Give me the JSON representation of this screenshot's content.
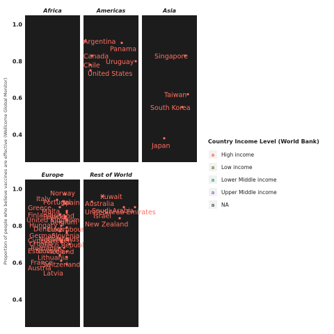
{
  "chart_data": {
    "type": "scatter",
    "ylabel": "Proportion of people who believe vaccines are effective (Wellcome Global Monitor)",
    "ylim": [
      0.25,
      1.05
    ],
    "y_ticks": [
      0.4,
      0.6,
      0.8,
      1.0
    ],
    "y_tick_labels": [
      "0.4",
      "0.6",
      "0.8",
      "1.0"
    ],
    "panel_background": "#1c1c1c",
    "point_color": "#ff6f61",
    "label_color": "#ff6f61",
    "panels": [
      {
        "name": "Africa",
        "points": []
      },
      {
        "name": "Americas",
        "points": [
          {
            "label": "Argentina",
            "y": 0.91
          },
          {
            "label": "Panama",
            "y": 0.9
          },
          {
            "label": "Canada",
            "y": 0.83
          },
          {
            "label": "Uruguay",
            "y": 0.8
          },
          {
            "label": "Chile",
            "y": 0.78
          },
          {
            "label": "United States",
            "y": 0.75
          }
        ]
      },
      {
        "name": "Asia",
        "points": [
          {
            "label": "Singapore",
            "y": 0.83
          },
          {
            "label": "Taiwan",
            "y": 0.62
          },
          {
            "label": "South Korea",
            "y": 0.55
          },
          {
            "label": "Japan",
            "y": 0.38
          }
        ]
      },
      {
        "name": "Europe",
        "points": [
          {
            "label": "Norway",
            "y": 0.97
          },
          {
            "label": "Italy",
            "y": 0.94
          },
          {
            "label": "Portugal",
            "y": 0.93
          },
          {
            "label": "Spain",
            "y": 0.92
          },
          {
            "label": "Greece",
            "y": 0.9
          },
          {
            "label": "Malta",
            "y": 0.88
          },
          {
            "label": "Ireland",
            "y": 0.87
          },
          {
            "label": "Finland",
            "y": 0.86
          },
          {
            "label": "Poland",
            "y": 0.85
          },
          {
            "label": "United Kingdom",
            "y": 0.84
          },
          {
            "label": "Belgium",
            "y": 0.83
          },
          {
            "label": "Hungary",
            "y": 0.82
          },
          {
            "label": "Denmark",
            "y": 0.8
          },
          {
            "label": "Luxembourg",
            "y": 0.79
          },
          {
            "label": "Slovenia",
            "y": 0.77
          },
          {
            "label": "Germany",
            "y": 0.77
          },
          {
            "label": "Netherlands",
            "y": 0.76
          },
          {
            "label": "Cyprus",
            "y": 0.73
          },
          {
            "label": "Sweden",
            "y": 0.73
          },
          {
            "label": "Croatia",
            "y": 0.72
          },
          {
            "label": "Czech Republic",
            "y": 0.72
          },
          {
            "label": "Romania",
            "y": 0.71
          },
          {
            "label": "Iceland",
            "y": 0.7
          },
          {
            "label": "Estonia",
            "y": 0.68
          },
          {
            "label": "Slovakia",
            "y": 0.68
          },
          {
            "label": "Lithuania",
            "y": 0.66
          },
          {
            "label": "France",
            "y": 0.64
          },
          {
            "label": "Switzerland",
            "y": 0.63
          },
          {
            "label": "Austria",
            "y": 0.61
          },
          {
            "label": "Latvia",
            "y": 0.59
          }
        ]
      },
      {
        "name": "Rest of World",
        "points": [
          {
            "label": "Kuwait",
            "y": 0.96
          },
          {
            "label": "Australia",
            "y": 0.93
          },
          {
            "label": "Saudi Arabia",
            "y": 0.9
          },
          {
            "label": "United Arab Emirates",
            "y": 0.9
          },
          {
            "label": "Israel",
            "y": 0.87
          },
          {
            "label": "New Zealand",
            "y": 0.84
          }
        ]
      }
    ],
    "legend": {
      "title": "Country Income Level (World Bank)",
      "position": "right",
      "items": [
        {
          "label": "High income",
          "color": "#ff6f61"
        },
        {
          "label": "Low income",
          "color": "#6a8f3a"
        },
        {
          "label": "Lower Middle income",
          "color": "#2aa9a0"
        },
        {
          "label": "Upper Middle income",
          "color": "#9b6fd0"
        },
        {
          "label": "NA",
          "color": "#5a5a5a"
        }
      ]
    }
  }
}
